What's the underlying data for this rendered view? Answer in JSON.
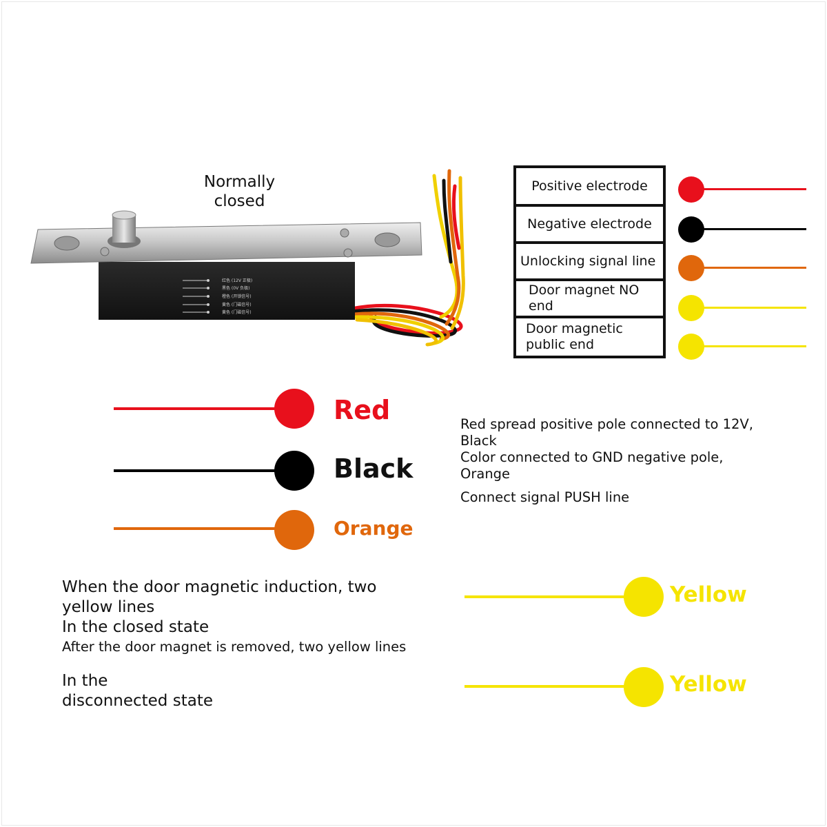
{
  "product": {
    "label_line1": "Normally",
    "label_line2": "closed",
    "body_labels": [
      "红色 (12V 正极)",
      "黑色 (0V 负极)",
      "橙色 (开锁信号)",
      "黄色 (门磁信号)",
      "黄色 (门磁信号)"
    ]
  },
  "legend": {
    "rows": [
      {
        "label": "Positive electrode",
        "color": "#e8101c"
      },
      {
        "label": "Negative electrode",
        "color": "#000000"
      },
      {
        "label": "Unlocking signal line",
        "color": "#e0670c"
      },
      {
        "label": "Door magnet NO end",
        "color": "#f5e400"
      },
      {
        "label": "Door magnetic public end",
        "color": "#f5e400"
      }
    ]
  },
  "colors": [
    {
      "name": "Red",
      "color": "#e8101c"
    },
    {
      "name": "Black",
      "color": "#000000"
    },
    {
      "name": "Orange",
      "color": "#e0670c"
    }
  ],
  "description": {
    "line1": "Red spread positive pole connected to 12V,",
    "line2": "Black",
    "line3": "Color connected to GND negative pole,",
    "line4": "Orange",
    "line5": "Connect signal PUSH line"
  },
  "states": {
    "closed_line1": "When the door magnetic induction, two",
    "closed_line2": "yellow lines",
    "closed_line3": "In the closed state",
    "removed_line": "After the door magnet is removed, two yellow lines",
    "open_line1": "In the",
    "open_line2": "disconnected state"
  },
  "yellow": {
    "label": "Yellow",
    "color": "#f5e400"
  }
}
